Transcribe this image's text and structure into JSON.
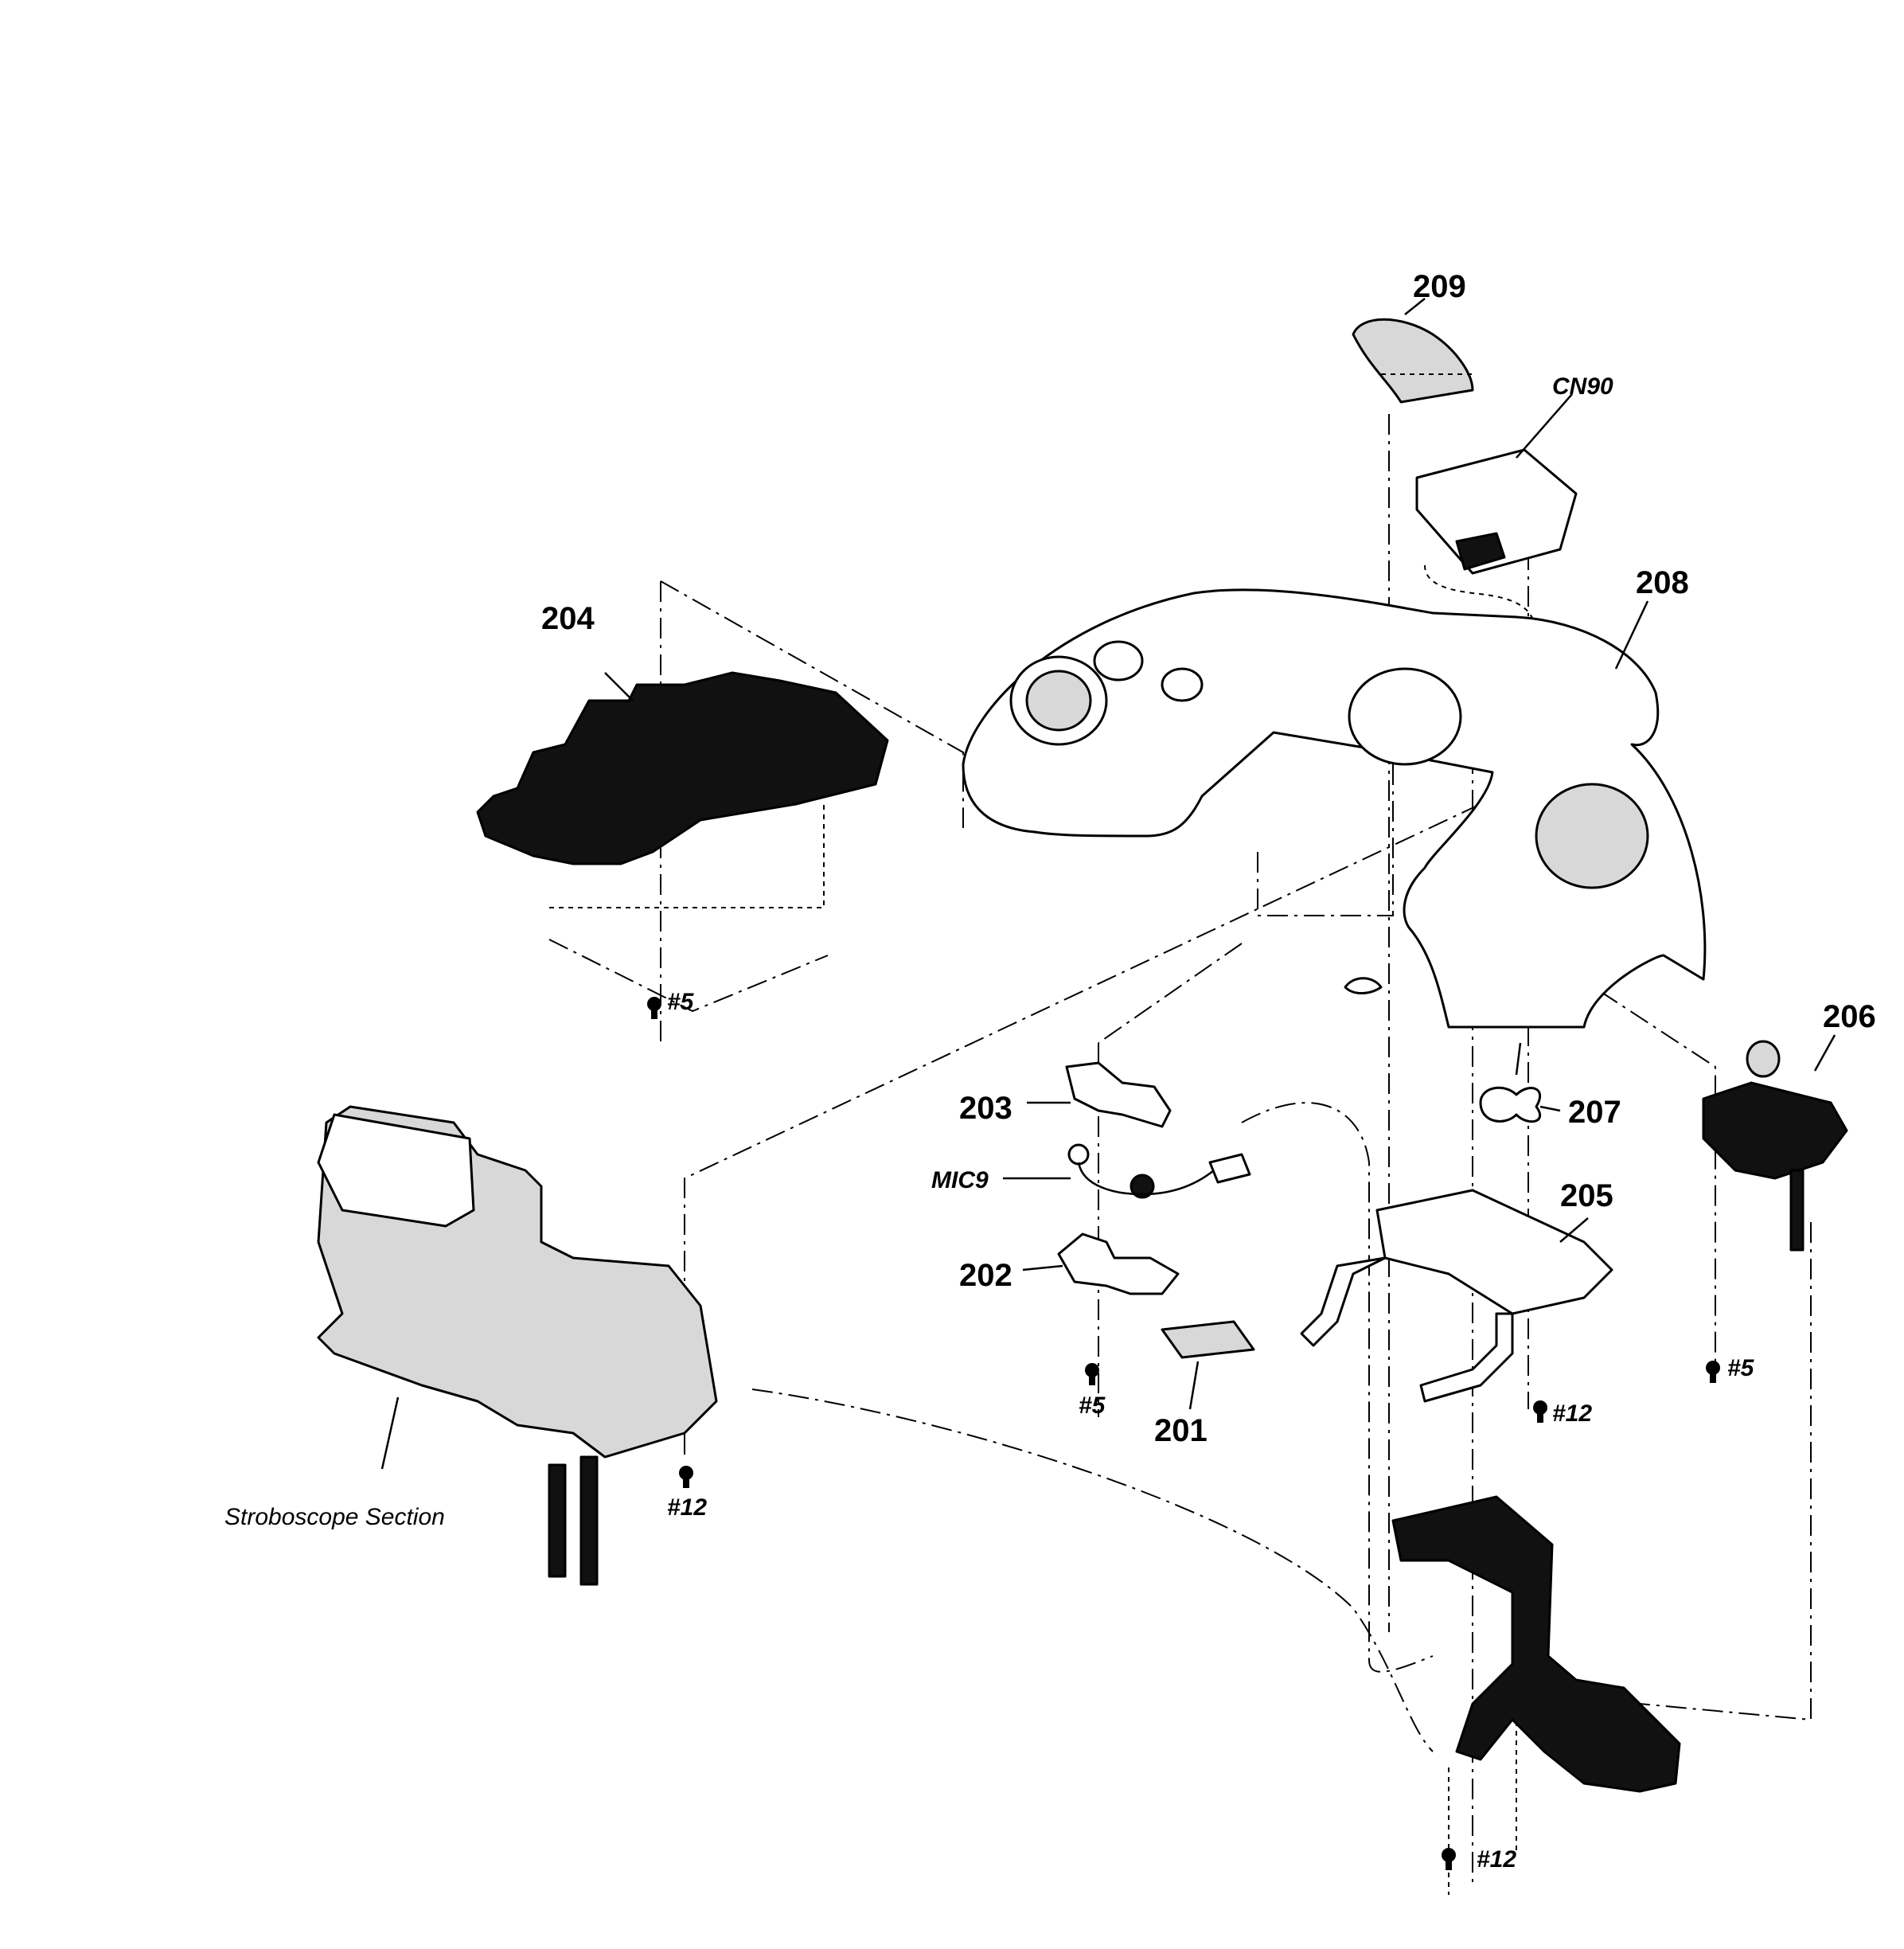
{
  "diagram": {
    "parts": {
      "p201": "201",
      "p202": "202",
      "p203": "203",
      "p204": "204",
      "p205": "205",
      "p206": "206",
      "p207": "207",
      "p208": "208",
      "p209": "209"
    },
    "refs": {
      "cn90": "CN90",
      "mic9": "MIC9"
    },
    "screws": {
      "s5_a": "#5",
      "s5_b": "#5",
      "s5_c": "#5",
      "s12_a": "#12",
      "s12_b": "#12",
      "s12_c": "#12"
    },
    "sections": {
      "strobo": "Stroboscope Section"
    }
  }
}
